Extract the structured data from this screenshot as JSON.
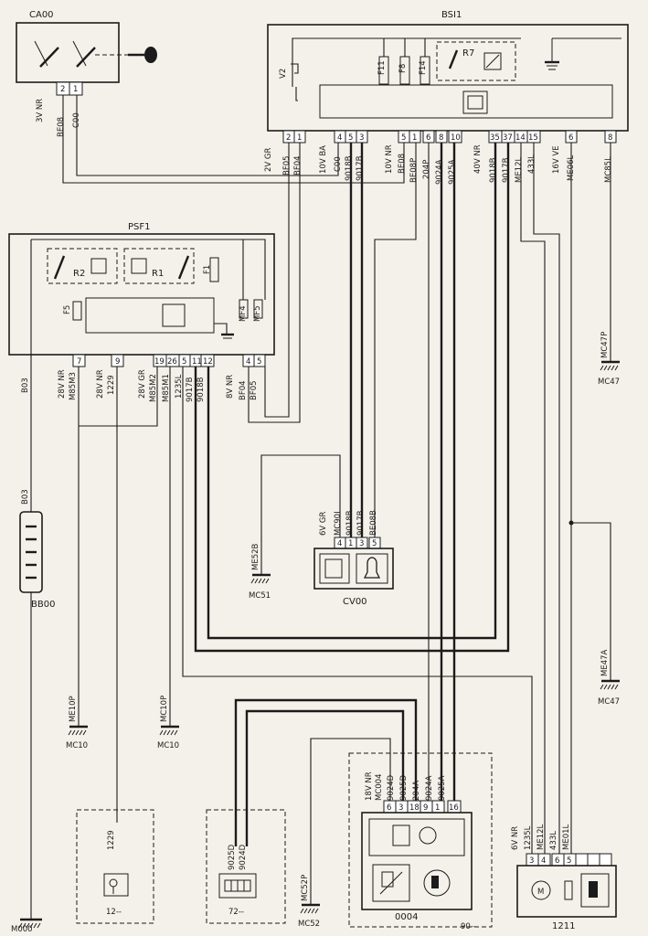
{
  "components": {
    "ca00": {
      "label": "CA00",
      "conn": "3V NR",
      "pins": [
        "2",
        "1"
      ],
      "wires": [
        "BE08",
        "C00"
      ]
    },
    "bsi1": {
      "label": "BSI1",
      "relay": "R7",
      "fuses": [
        "F11",
        "F8",
        "F14"
      ],
      "v1": "V2",
      "conn_a": "2V GR",
      "pins_a": [
        "2",
        "1"
      ],
      "wires_a": [
        "BF05",
        "BF04"
      ],
      "conn_b": "10V BA",
      "pins_b": [
        "4",
        "5",
        "3"
      ],
      "wires_b": [
        "C00",
        "9018B",
        "9017B"
      ],
      "conn_c": "10V NR",
      "pins_c": [
        "5",
        "1",
        "6",
        "8",
        "10"
      ],
      "wires_c": [
        "BE08",
        "BE08P",
        "204P",
        "9024A",
        "9025A"
      ],
      "conn_d": "40V NR",
      "pins_d": [
        "35",
        "37",
        "14",
        "15"
      ],
      "wires_d": [
        "9018B",
        "9017B",
        "ME12L",
        "433L"
      ],
      "conn_e": "16V VE",
      "pins_e": [
        "6",
        "8"
      ],
      "wires_e": [
        "ME06L",
        "MC85L"
      ]
    },
    "psf1": {
      "label": "PSF1",
      "relays": [
        "R2",
        "R1"
      ],
      "fuses": [
        "F1",
        "F5",
        "MF4",
        "MF5"
      ],
      "conn_a": "28V NR",
      "pins_a": [
        "7"
      ],
      "wires_a": [
        "M85M3"
      ],
      "conn_b": "28V NR",
      "pins_b": [
        "9"
      ],
      "wires_b": [
        "1229"
      ],
      "conn_c": "28V GR",
      "pins_c": [
        "19",
        "26"
      ],
      "wires_c": [
        "M85M2",
        "M85M1"
      ],
      "pins_d": [
        "5",
        "11",
        "12"
      ],
      "wires_d": [
        "1235L",
        "9017B",
        "9018B"
      ],
      "conn_e": "8V NR",
      "pins_e": [
        "4",
        "5"
      ],
      "wires_e": [
        "BF04",
        "BF05"
      ]
    },
    "cv00": {
      "label": "CV00",
      "conn": "6V GR",
      "pins": [
        "4",
        "1",
        "3",
        "5"
      ],
      "wires": [
        "MC90I",
        "9018B",
        "9017B",
        "BE08B"
      ]
    },
    "bb00": {
      "label": "BB00",
      "wire": "B03"
    },
    "m000": {
      "label": "M000"
    },
    "c12": {
      "label": "12--",
      "wire": "1229"
    },
    "c72": {
      "label": "72--",
      "wires": [
        "9025D",
        "9024D"
      ]
    },
    "c0004": {
      "label": "0004",
      "group": "90--",
      "conn": "18V NR",
      "pins": [
        "6",
        "3",
        "18",
        "9",
        "1",
        "16"
      ],
      "wires": [
        "MC004",
        "9024D",
        "9025D",
        "204A",
        "9024A",
        "9025A"
      ]
    },
    "c1211": {
      "label": "1211",
      "conn": "6V NR",
      "pins": [
        "3",
        "4",
        "6",
        "5"
      ],
      "wires": [
        "1235L",
        "ME12L",
        "433L",
        "ME01L"
      ]
    }
  },
  "grounds": [
    {
      "name": "MC47",
      "wire": "MC47P"
    },
    {
      "name": "MC47",
      "wire": "ME47A"
    },
    {
      "name": "MC51",
      "wire": "ME52B"
    },
    {
      "name": "MC10",
      "wire": "ME10P"
    },
    {
      "name": "MC10",
      "wire": "MC10P"
    },
    {
      "name": "MC52",
      "wire": "MC52P"
    }
  ],
  "b03_upper": "B03",
  "b03_lower": "B03"
}
